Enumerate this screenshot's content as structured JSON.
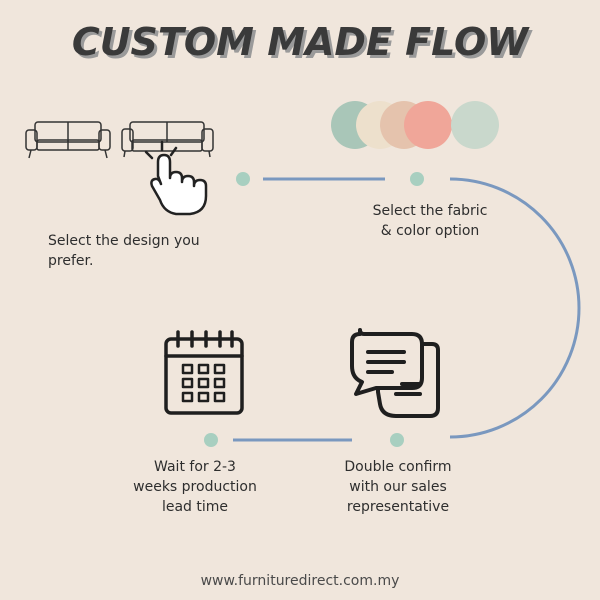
{
  "title": "CUSTOM MADE FLOW",
  "steps": [
    {
      "lines": [
        "Select the design you",
        "prefer."
      ]
    },
    {
      "lines": [
        "Select the fabric",
        "& color option"
      ]
    },
    {
      "lines": [
        "Double confirm",
        "with our sales",
        "representative"
      ]
    },
    {
      "lines": [
        "Wait for 2-3",
        "weeks production",
        "lead time"
      ]
    }
  ],
  "swatches": [
    "#a9c6b8",
    "#ede0cc",
    "#e5c3ad",
    "#f0a699",
    "#c9d8cc"
  ],
  "colors": {
    "connector": "#7a98bf",
    "node": "#a8cfc0",
    "text": "#2e2e2e"
  },
  "icons": [
    "sofa-icon",
    "pointing-hand-icon",
    "color-swatch-icon",
    "chat-bubbles-icon",
    "calendar-icon"
  ],
  "footer": "www.furnituredirect.com.my"
}
